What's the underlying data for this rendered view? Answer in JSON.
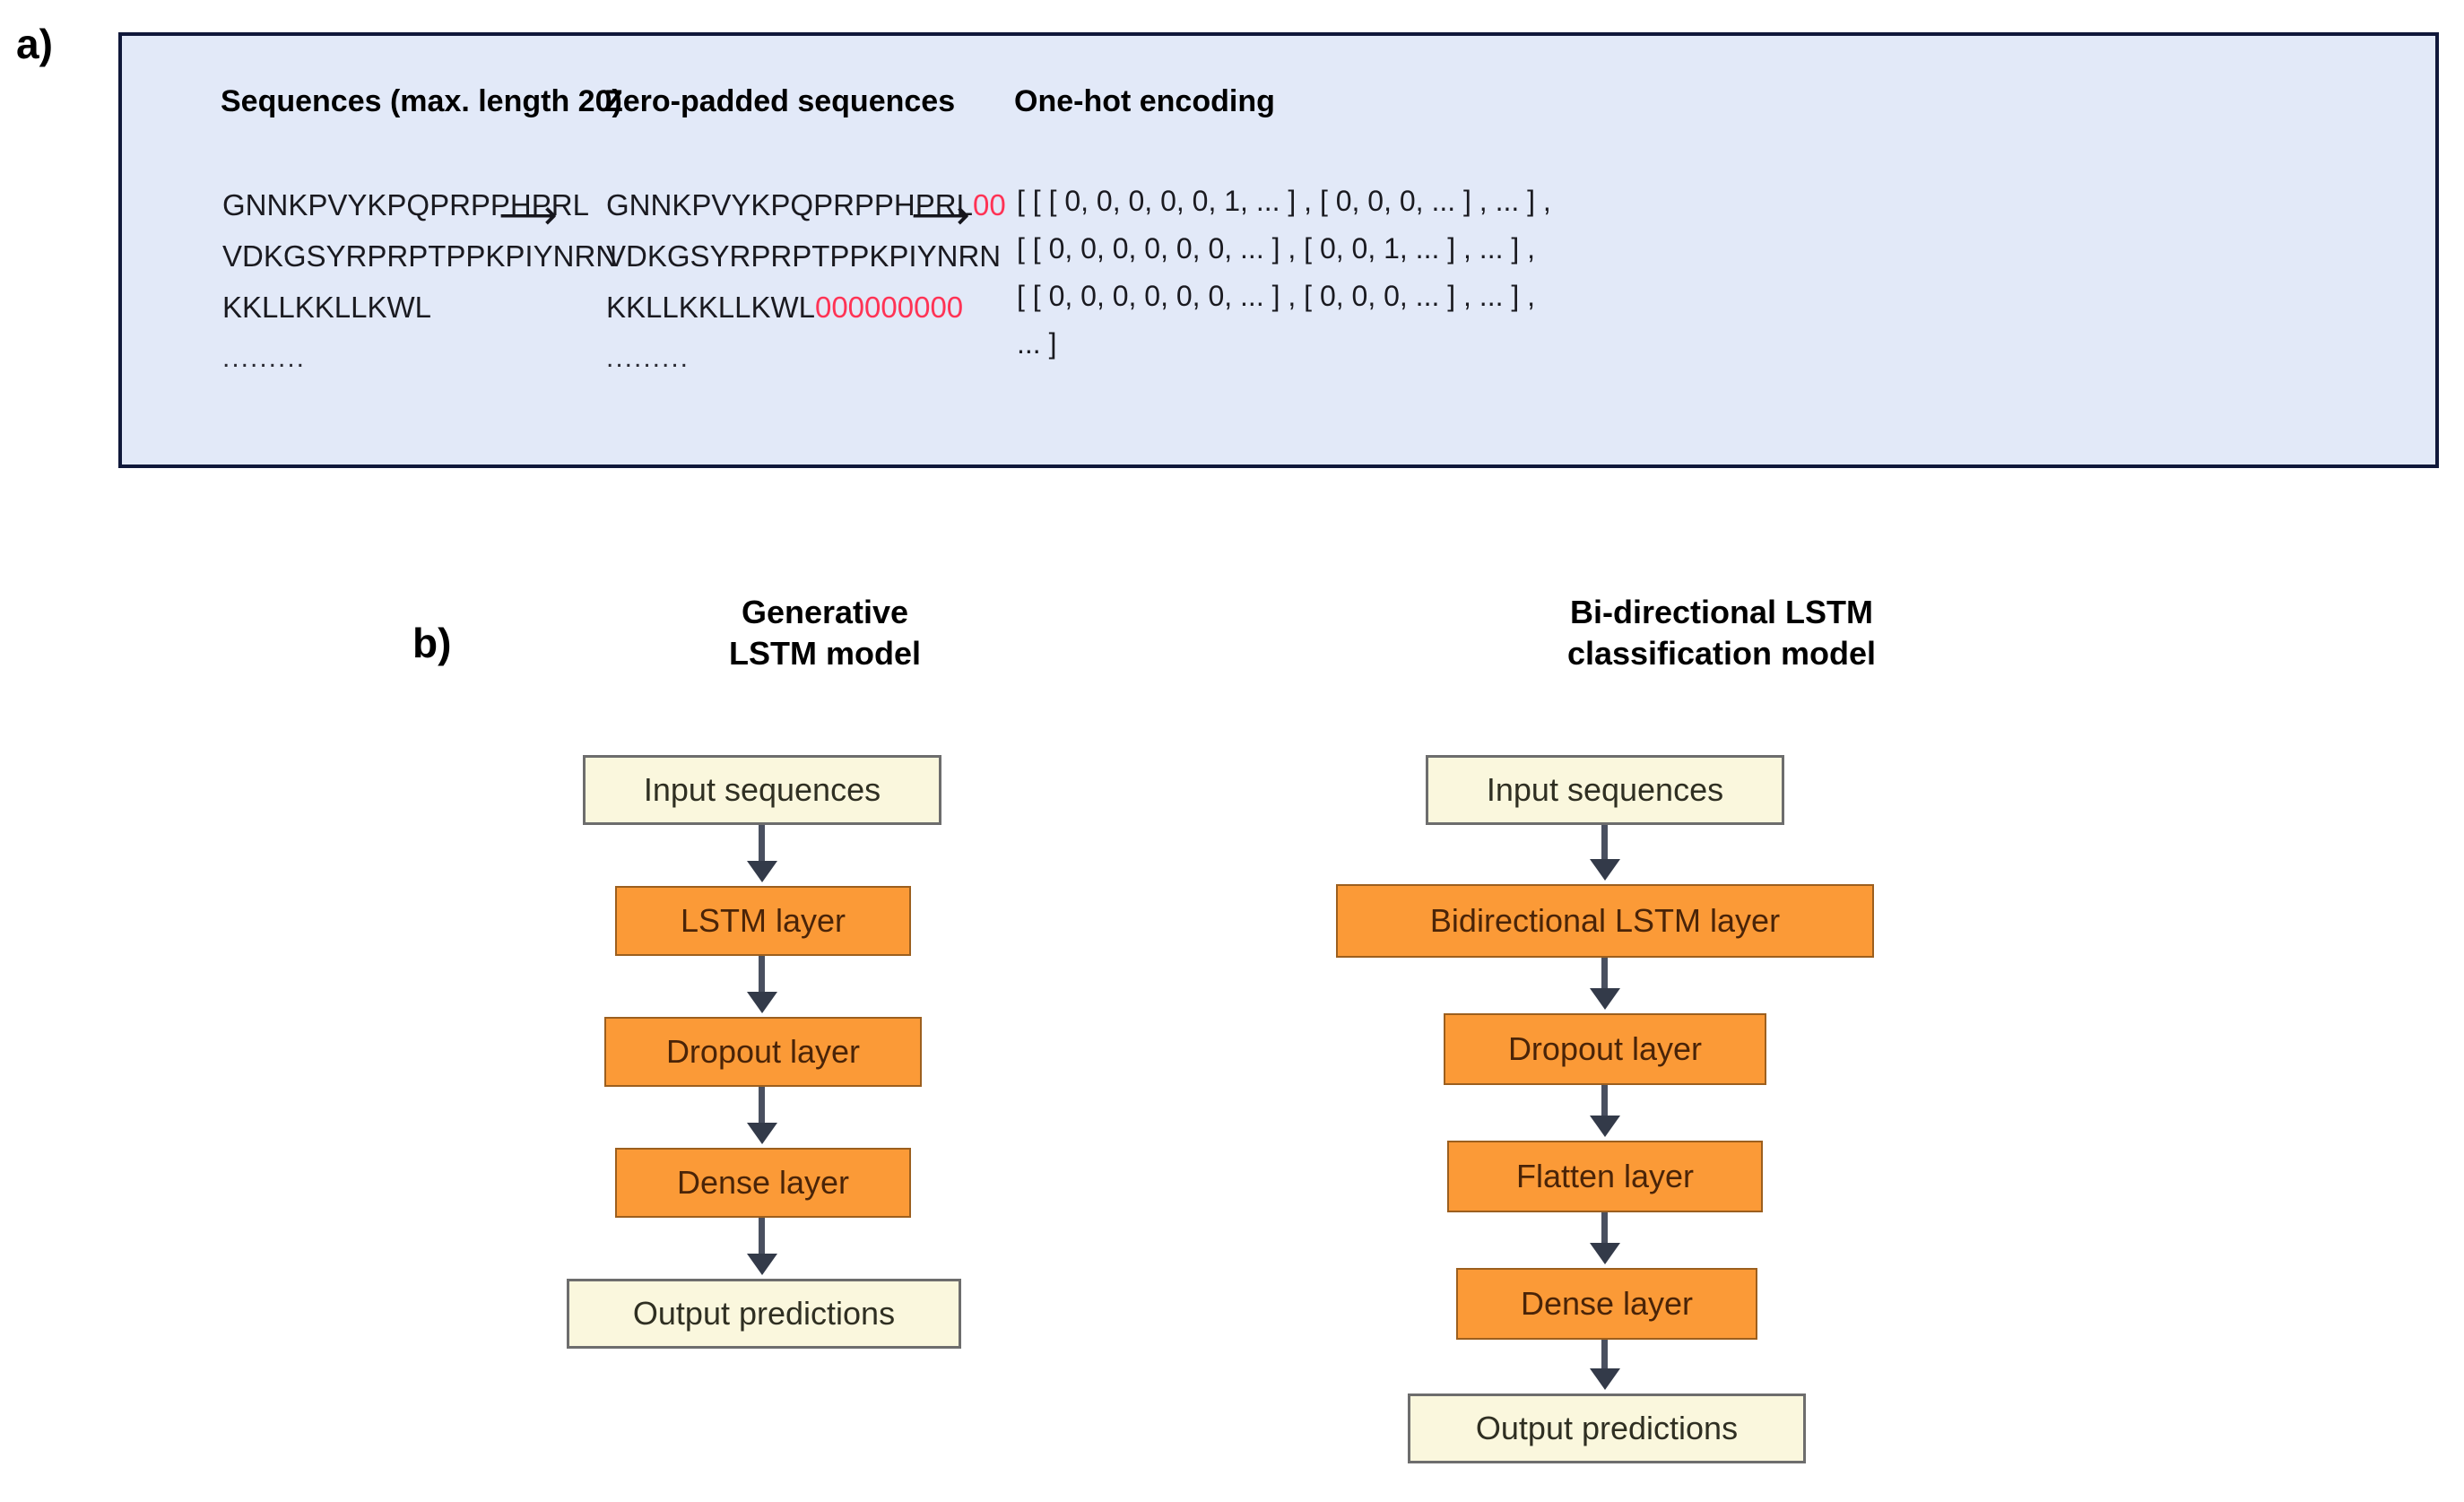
{
  "figure": {
    "panel_a_label": "a)",
    "panel_b_label": "b)"
  },
  "panel_a": {
    "headers": {
      "sequences": "Sequences (max. length 20)",
      "zero_padded": "Zero-padded sequences",
      "one_hot": "One-hot encoding"
    },
    "arrow_glyph": "⟶",
    "ellipsis": ".........",
    "sequences": [
      "GNNKPVYKPQPRPPHPRL",
      "VDKGSYRPRPTPPKPIYNRN",
      "KKLLKKLLKWL"
    ],
    "zero_padded": [
      {
        "seq": "GNNKPVYKPQPRPPHPRL",
        "pad": "00"
      },
      {
        "seq": "VDKGSYRPRPTPPKPIYNRN",
        "pad": ""
      },
      {
        "seq": "KKLLKKLLKWL",
        "pad": "000000000"
      }
    ],
    "one_hot_lines": [
      "[ [ [ 0, 0, 0, 0, 0, 1, ... ] , [ 0, 0, 0, ... ] , ... ] ,",
      "[ [ 0, 0, 0, 0, 0, 0, ... ] , [ 0, 0, 1, ... ] , ... ] ,",
      "[ [ 0, 0, 0, 0, 0, 0, ... ] , [ 0, 0, 0, ... ] , ... ] ,",
      "... ]"
    ],
    "max_length": 20,
    "pad_color": "#ff3355",
    "panel_fill": "#e2e9f8",
    "panel_border": "#10183a"
  },
  "panel_b": {
    "models": [
      {
        "title_lines": [
          "Generative",
          "LSTM model"
        ],
        "nodes": [
          {
            "label": "Input sequences",
            "kind": "io"
          },
          {
            "label": "LSTM layer",
            "kind": "layer"
          },
          {
            "label": "Dropout layer",
            "kind": "layer"
          },
          {
            "label": "Dense layer",
            "kind": "layer"
          },
          {
            "label": "Output predictions",
            "kind": "io"
          }
        ]
      },
      {
        "title_lines": [
          "Bi-directional LSTM",
          "classification model"
        ],
        "nodes": [
          {
            "label": "Input sequences",
            "kind": "io"
          },
          {
            "label": "Bidirectional LSTM layer",
            "kind": "layer"
          },
          {
            "label": "Dropout layer",
            "kind": "layer"
          },
          {
            "label": "Flatten layer",
            "kind": "layer"
          },
          {
            "label": "Dense layer",
            "kind": "layer"
          },
          {
            "label": "Output predictions",
            "kind": "io"
          }
        ]
      }
    ],
    "colors": {
      "io_fill": "#faf7dd",
      "io_border": "#6d6d6d",
      "layer_fill": "#fb9a37",
      "layer_border": "#9c5f1e",
      "arrow": "#4a5060"
    }
  }
}
